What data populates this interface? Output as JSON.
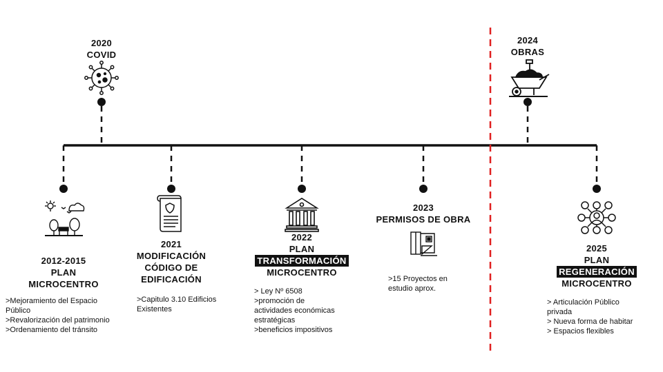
{
  "events": [
    {
      "id": "2012",
      "title": [
        "2012-2015",
        "PLAN",
        "MICROCENTRO"
      ],
      "highlight": "",
      "icon": "park-icon",
      "details": [
        ">Mejoramiento del Espacio",
        "Público",
        ">Revalorización del patrimonio",
        ">Ordenamiento del tránsito"
      ]
    },
    {
      "id": "2021",
      "title": [
        "2021",
        "MODIFICACIÓN",
        "CÓDIGO DE",
        "EDIFICACIÓN"
      ],
      "highlight": "",
      "icon": "document-icon",
      "details": [
        ">Capitulo 3.10 Edificios",
        "Existentes"
      ]
    },
    {
      "id": "2022",
      "title": [
        "2022",
        "PLAN",
        "TRANSFORMACIÓN",
        "MICROCENTRO"
      ],
      "highlight": "TRANSFORMACIÓN",
      "icon": "government-building-icon",
      "details": [
        "> Ley Nº 6508",
        ">promoción de",
        "actividades económicas",
        "estratégicas",
        ">beneficios impositivos"
      ]
    },
    {
      "id": "2023",
      "title": [
        "2023",
        "PERMISOS DE OBRA"
      ],
      "highlight": "",
      "icon": "blueprint-icon",
      "details": [
        ">15 Proyectos en",
        "estudio aprox."
      ]
    },
    {
      "id": "2025",
      "title": [
        "2025",
        "PLAN",
        "REGENERACIÓN",
        "MICROCENTRO"
      ],
      "highlight": "REGENERACIÓN",
      "icon": "network-people-icon",
      "details": [
        "> Articulación Público",
        "privada",
        "> Nueva forma de habitar",
        "> Espacios flexibles"
      ]
    }
  ],
  "top_events": [
    {
      "id": "2020",
      "title": [
        "2020",
        "COVID"
      ],
      "icon": "virus-icon"
    },
    {
      "id": "2024",
      "title": [
        "2024",
        "OBRAS"
      ],
      "icon": "wheelbarrow-icon"
    }
  ],
  "colors": {
    "line": "#111111",
    "divider": "#e02020"
  }
}
